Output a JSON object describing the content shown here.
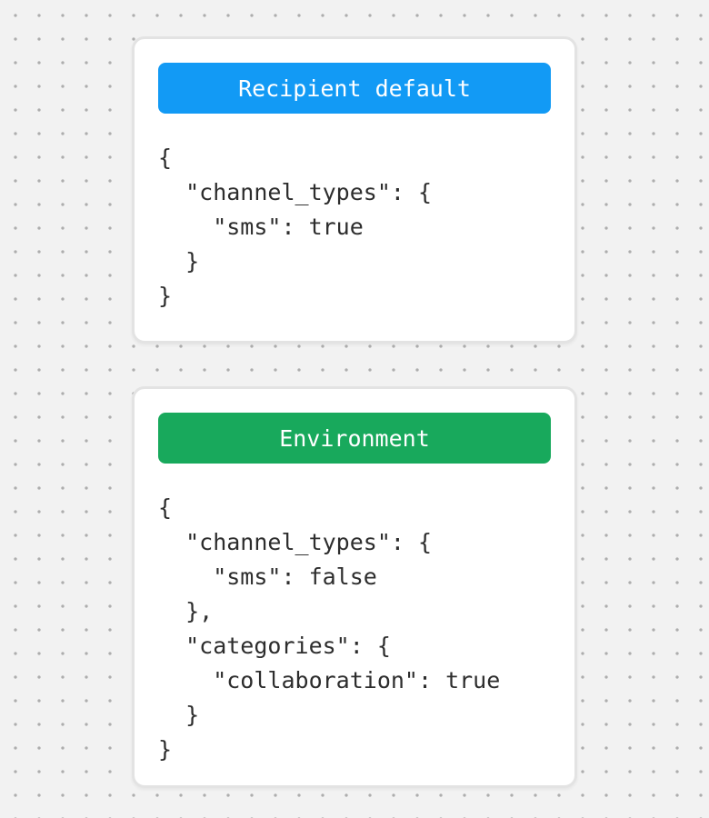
{
  "background": {
    "base_color": "#f2f2f2",
    "dot_color": "#adadad"
  },
  "cards": [
    {
      "id": "recipient-default",
      "title": "Recipient default",
      "accent_color": "#129af5",
      "code_lines": [
        "{",
        "  \"channel_types\": {",
        "    \"sms\": true",
        "  }",
        "}"
      ]
    },
    {
      "id": "environment",
      "title": "Environment",
      "accent_color": "#18a95c",
      "code_lines": [
        "{",
        "  \"channel_types\": {",
        "    \"sms\": false",
        "  },",
        "  \"categories\": {",
        "    \"collaboration\": true",
        "  }",
        "}"
      ]
    }
  ]
}
